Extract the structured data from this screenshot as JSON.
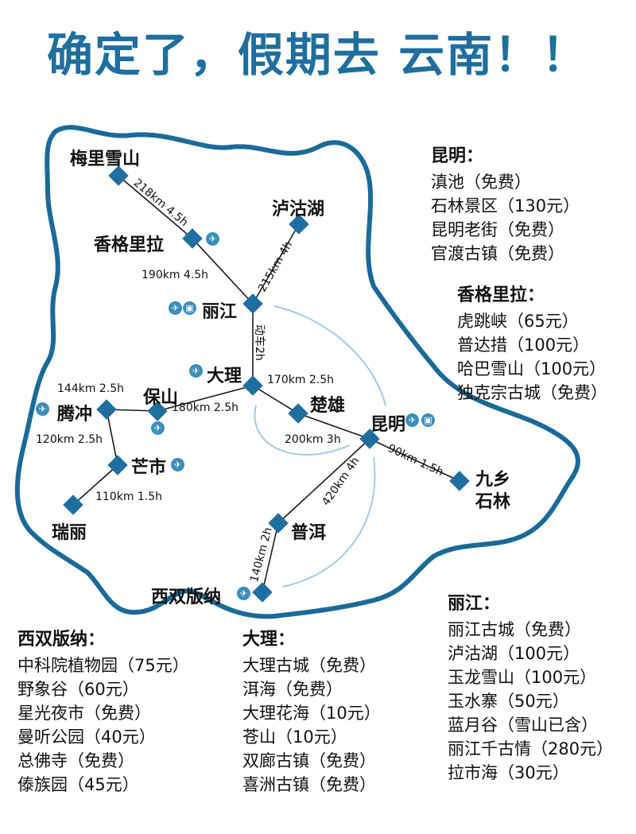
{
  "title": "确定了，假期去 云南！！",
  "cities": {
    "meili": "梅里雪山",
    "shangrila": "香格里拉",
    "lugu": "泸沽湖",
    "lijiang": "丽江",
    "dali": "大理",
    "baoshan": "保山",
    "tengchong": "腾冲",
    "mangshi": "芒市",
    "ruili": "瑞丽",
    "chuxiong": "楚雄",
    "kunming": "昆明",
    "jiuxiang": "九乡石林",
    "puer": "普洱",
    "xishuangbanna": "西双版纳"
  },
  "routes": {
    "meili_shangrila": "218km 4.5h",
    "shangrila_lijiang": "190km 4.5h",
    "lugu_lijiang": "215km 4h",
    "lijiang_dali": "动车2h",
    "dali_kunming": "170km 2.5h",
    "tengchong_baoshan": "144km 2.5h",
    "baoshan_dali": "180km 2.5h",
    "tengchong_mangshi": "120km 2.5h",
    "mangshi_ruili": "110km 1.5h",
    "chuxiong_kunming": "200km 3h",
    "kunming_jiuxiang": "90km 1.5h",
    "kunming_puer": "420km 4h",
    "puer_banna": "140km 2h"
  },
  "panels": {
    "kunming": {
      "heading": "昆明：",
      "items": [
        "滇池（免费）",
        "石林景区（130元）",
        "昆明老街（免费）",
        "官渡古镇（免费）"
      ]
    },
    "shangrila": {
      "heading": "香格里拉：",
      "items": [
        "虎跳峡（65元）",
        "普达措（100元）",
        "哈巴雪山（100元）",
        "独克宗古城（免费）"
      ]
    },
    "lijiang": {
      "heading": "丽江：",
      "items": [
        "丽江古城（免费）",
        "泸沽湖（100元）",
        "玉龙雪山（100元）",
        "玉水寨（50元）",
        "蓝月谷（雪山已含）",
        "丽江千古情（280元）",
        "拉市海（30元）"
      ]
    },
    "banna": {
      "heading": "西双版纳：",
      "items": [
        "中科院植物园（75元）",
        "野象谷（60元）",
        "星光夜市（免费）",
        "曼听公园（40元）",
        "总佛寺（免费）",
        "傣族园（45元）"
      ]
    },
    "dali": {
      "heading": "大理：",
      "items": [
        "大理古城（免费）",
        "洱海（免费）",
        "大理花海（10元）",
        "苍山（10元）",
        "双廊古镇（免费）",
        "喜洲古镇（免费）"
      ]
    }
  },
  "colors": {
    "border": "#1a6a99",
    "title": "#1e6f9f",
    "node": "#1e6f9f",
    "arrow": "#9fcbe6"
  }
}
